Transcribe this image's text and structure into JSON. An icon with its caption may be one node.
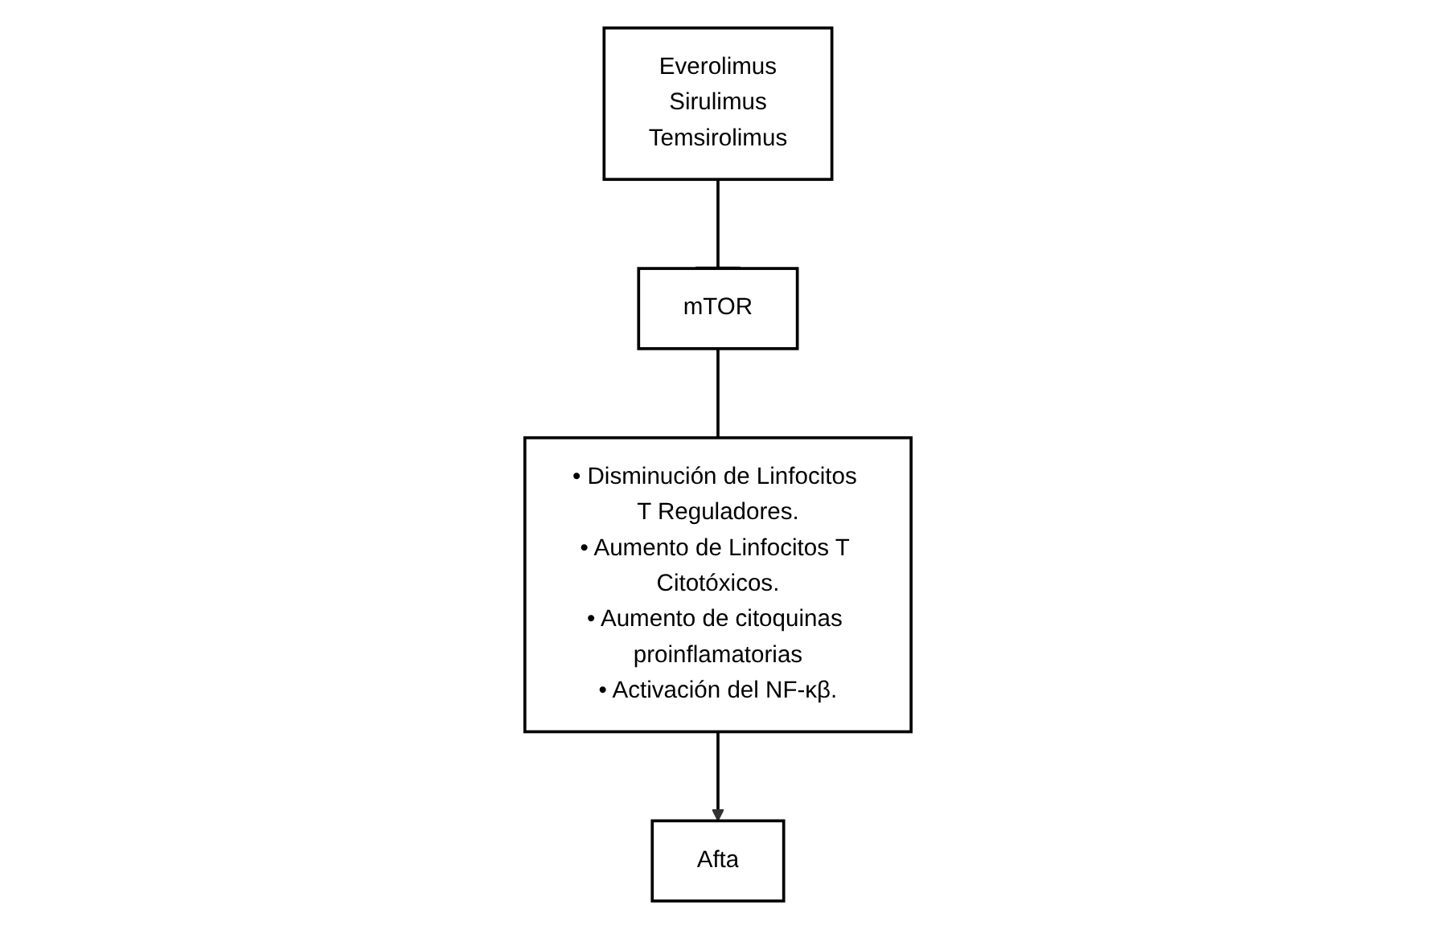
{
  "diagram": {
    "nodes": [
      {
        "text": [
          "mTOR"
        ]
      },
      {
        "text": [
          "Everolimus",
          "Sirulimus",
          "Temsirolimus"
        ]
      },
      {
        "text": [
          "• Disminución de Linfocitos T Reguladores.",
          "• Aumento de Linfocitos T Citotóxicos.",
          "• Aumento de citoquinas proinflamatorias",
          "• Activación del NF-κβ."
        ]
      },
      {
        "text": [
          "Afta"
        ]
      }
    ],
    "edges": [
      {
        "from": 0,
        "to": 2,
        "arrow": "none"
      },
      {
        "from": 1,
        "to": 0,
        "arrow": "other"
      },
      {
        "from": 2,
        "to": 3,
        "arrow": "to"
      }
    ]
  }
}
